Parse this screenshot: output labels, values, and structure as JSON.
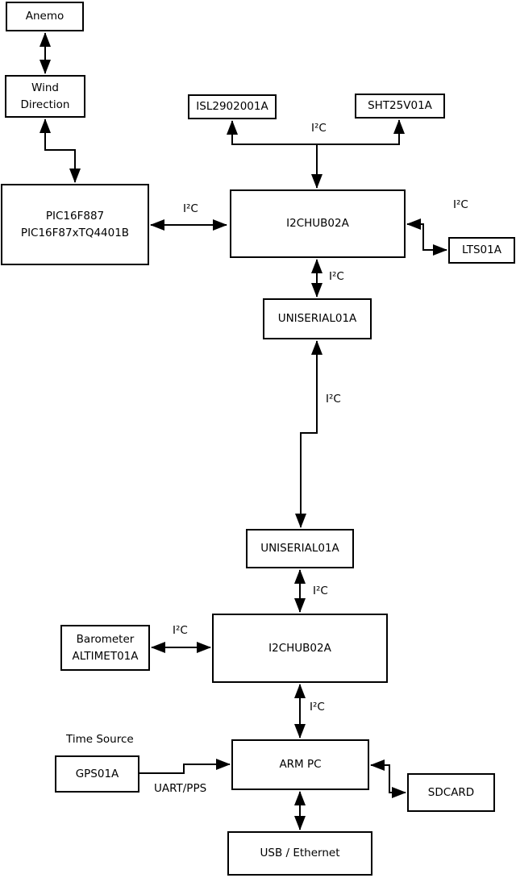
{
  "colors": {
    "line": "#000000",
    "background": "#ffffff",
    "text": "#000000"
  },
  "nodes": {
    "anemo": {
      "label": "Anemo"
    },
    "wind_direction": {
      "line1": "Wind",
      "line2": "Direction"
    },
    "pic": {
      "line1": "PIC16F887",
      "line2": "PIC16F87xTQ4401B"
    },
    "isl": {
      "label": "ISL2902001A"
    },
    "sht": {
      "label": "SHT25V01A"
    },
    "i2c_hub_top": {
      "label": "I2CHUB02A"
    },
    "lts": {
      "label": "LTS01A"
    },
    "uniserial_top": {
      "label": "UNISERIAL01A"
    },
    "uniserial_bottom": {
      "label": "UNISERIAL01A"
    },
    "i2c_hub_bottom": {
      "label": "I2CHUB02A"
    },
    "barometer": {
      "line1": "Barometer",
      "line2": "ALTIMET01A"
    },
    "gps": {
      "label": "GPS01A"
    },
    "arm_pc": {
      "label": "ARM PC"
    },
    "sdcard": {
      "label": "SDCARD"
    },
    "usb_ethernet": {
      "label": "USB / Ethernet"
    }
  },
  "edge_labels": {
    "i2c_sensors": "I²C",
    "i2c_pic_hub": "I²C",
    "i2c_hub_lts": "I²C",
    "i2c_hub_uniserial": "I²C",
    "i2c_uniserial_link": "I²C",
    "i2c_uniserial_hub": "I²C",
    "i2c_barometer_hub": "I²C",
    "i2c_hub_arm": "I²C",
    "time_source": "Time Source",
    "uart_pps": "UART/PPS"
  }
}
